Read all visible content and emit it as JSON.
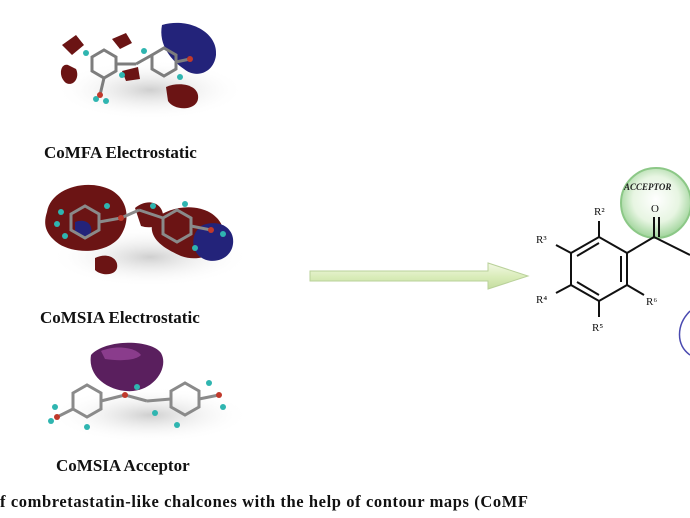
{
  "panels": [
    {
      "label": "CoMFA Electrostatic"
    },
    {
      "label": "CoMSIA Electrostatic"
    },
    {
      "label": "CoMSIA Acceptor"
    }
  ],
  "pharmacophore": {
    "acceptor_tag": "ACCEPTOR",
    "substituents": [
      "R²",
      "R³",
      "R⁴",
      "R⁵",
      "R⁶"
    ],
    "carbonyl_o": "O"
  },
  "caption": "f combretastatin-like chalcones with the help of contour maps (CoMF",
  "colors": {
    "red_contour": "#6b1414",
    "blue_contour": "#23237a",
    "purple_contour": "#5a1f5e",
    "acceptor_circle": "#9fd49a",
    "arrow": "#d9ecb8"
  }
}
